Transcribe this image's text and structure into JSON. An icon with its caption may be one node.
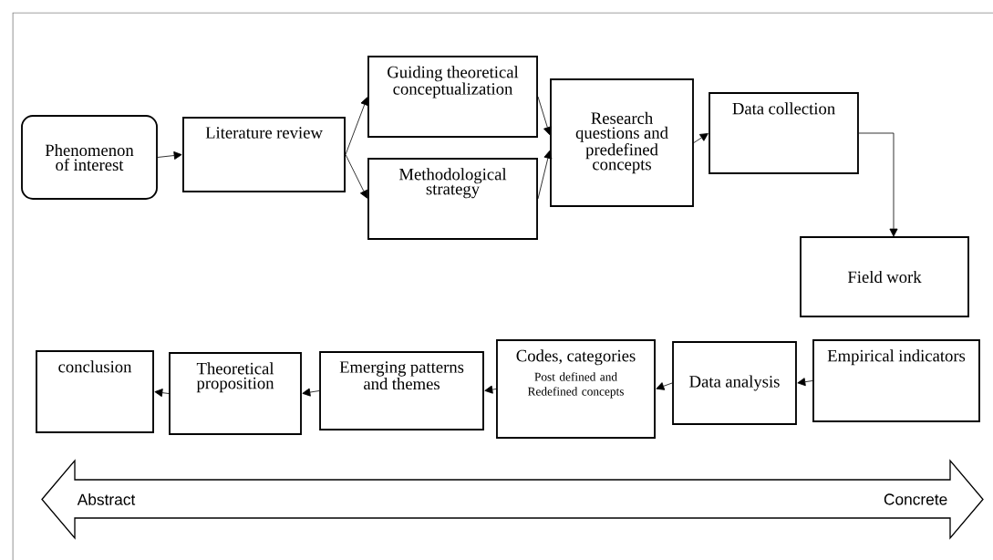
{
  "diagram": {
    "nodes": [
      {
        "text": [
          "Phenomenon of interest"
        ]
      },
      {
        "text": [
          "Literature review"
        ]
      },
      {
        "text": [
          "Guiding theoretical conceptualization"
        ]
      },
      {
        "text": [
          "Methodological strategy"
        ]
      },
      {
        "text": [
          "Research questions and predefined concepts"
        ]
      },
      {
        "text": [
          "Data collection"
        ]
      },
      {
        "text": [
          "Field work"
        ]
      },
      {
        "text": [
          "Empirical indicators"
        ]
      },
      {
        "text": [
          "Data analysis"
        ]
      },
      {
        "text": [
          "Codes, categories",
          "Post defined and Redefined concepts"
        ]
      },
      {
        "text": [
          "Emerging patterns and themes"
        ]
      },
      {
        "text": [
          "Theoretical proposition"
        ]
      },
      {
        "text": [
          "conclusion"
        ]
      },
      {
        "text": [
          "Abstract",
          "Concrete"
        ]
      }
    ],
    "edges": [
      {
        "from": 0,
        "to": 1,
        "arrow": "to"
      },
      {
        "from": 1,
        "to": 2,
        "arrow": "to"
      },
      {
        "from": 1,
        "to": 3,
        "arrow": "to"
      },
      {
        "from": 2,
        "to": 4,
        "arrow": "to"
      },
      {
        "from": 3,
        "to": 4,
        "arrow": "to"
      },
      {
        "from": 4,
        "to": 5,
        "arrow": "to"
      },
      {
        "from": 5,
        "to": 6,
        "arrow": "to"
      },
      {
        "from": 7,
        "to": 8,
        "arrow": "to"
      },
      {
        "from": 8,
        "to": 9,
        "arrow": "to"
      },
      {
        "from": 9,
        "to": 10,
        "arrow": "to"
      },
      {
        "from": 10,
        "to": 11,
        "arrow": "to"
      },
      {
        "from": 11,
        "to": 12,
        "arrow": "to"
      }
    ]
  }
}
